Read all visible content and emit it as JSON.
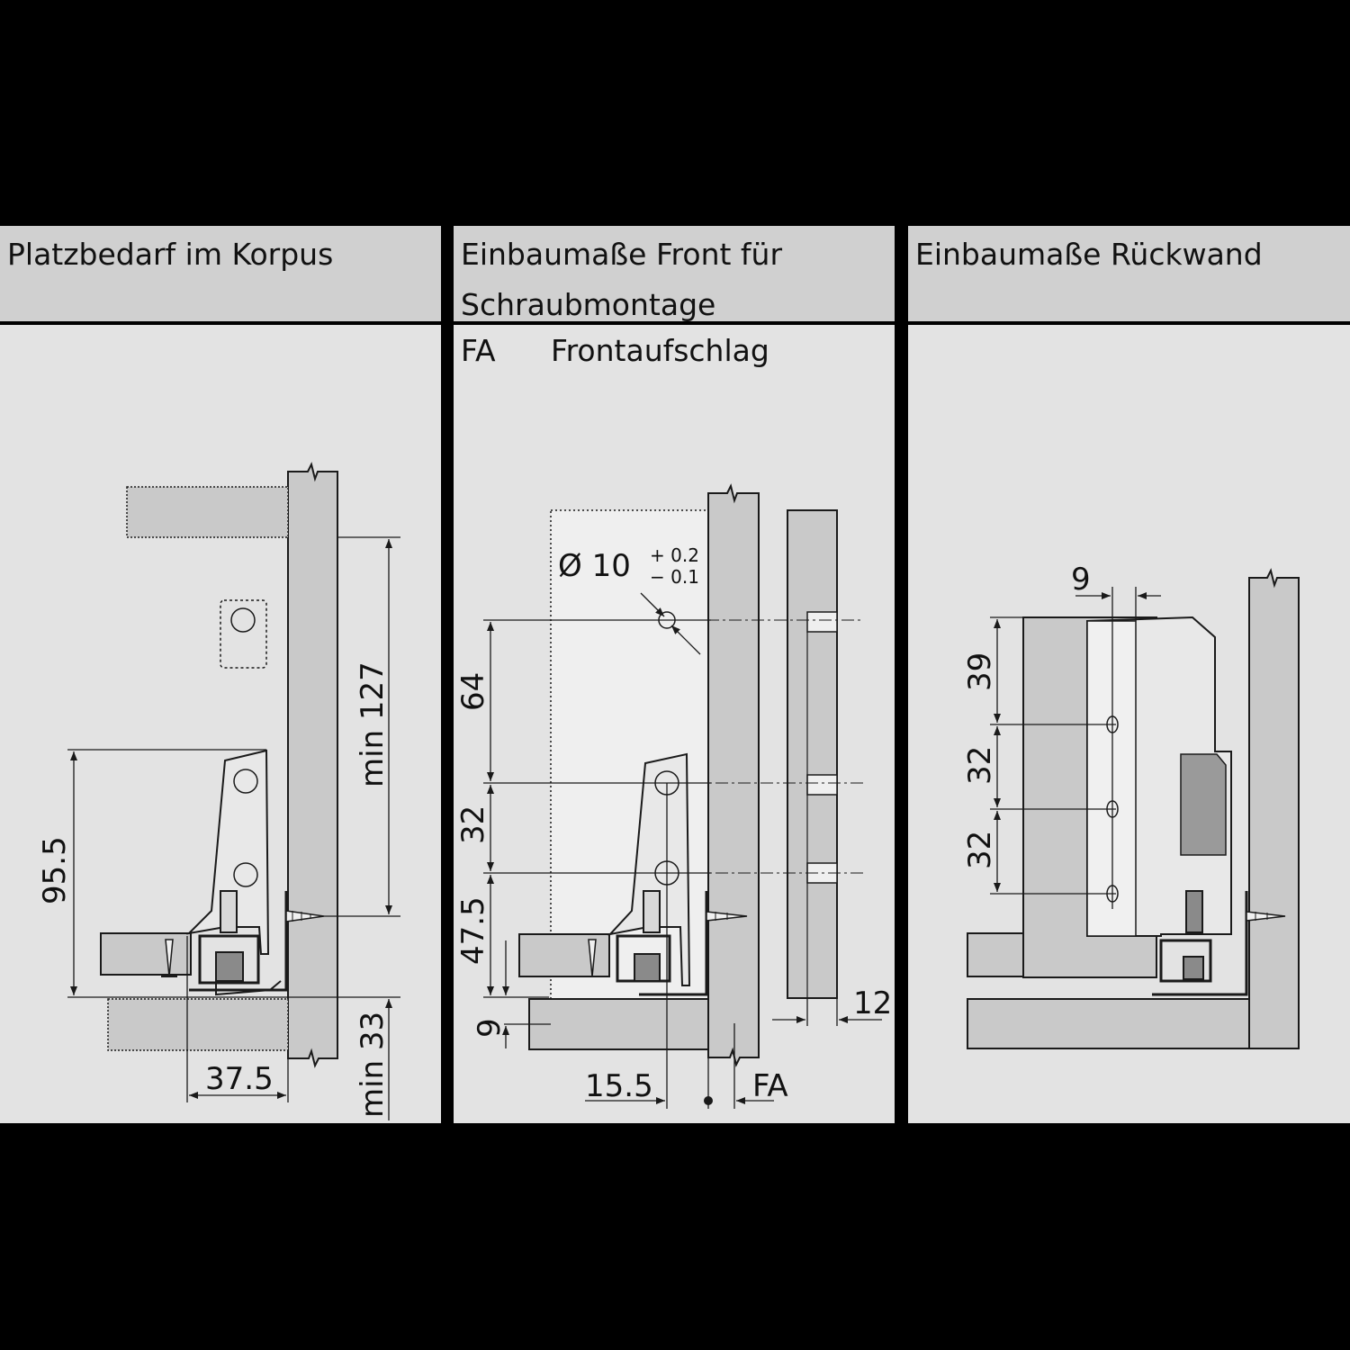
{
  "panels": [
    {
      "title": "Platzbedarf im Korpus"
    },
    {
      "title": "Einbaumaße Front für Schraubmontage",
      "legend_abbr": "FA",
      "legend_text": "Frontaufschlag"
    },
    {
      "title": "Einbaumaße Rückwand"
    }
  ],
  "dims_left": {
    "height_95_5": "95.5",
    "min_127": "min 127",
    "min_33": "min 33",
    "width_37_5": "37.5"
  },
  "dims_middle": {
    "dia": "Ø 10",
    "tol_plus": "+ 0.2",
    "tol_minus": "− 0.1",
    "d64": "64",
    "d32": "32",
    "d47_5": "47.5",
    "d9": "9",
    "d15_5": "15.5",
    "fa": "FA",
    "d12": "12"
  },
  "dims_right": {
    "d9": "9",
    "d39": "39",
    "d32a": "32",
    "d32b": "32"
  },
  "colors": {
    "background": "#000000",
    "panel": "#e3e3e3",
    "header": "#d0d0d0",
    "part": "#c9c9c9",
    "line": "#1a1a1a"
  }
}
